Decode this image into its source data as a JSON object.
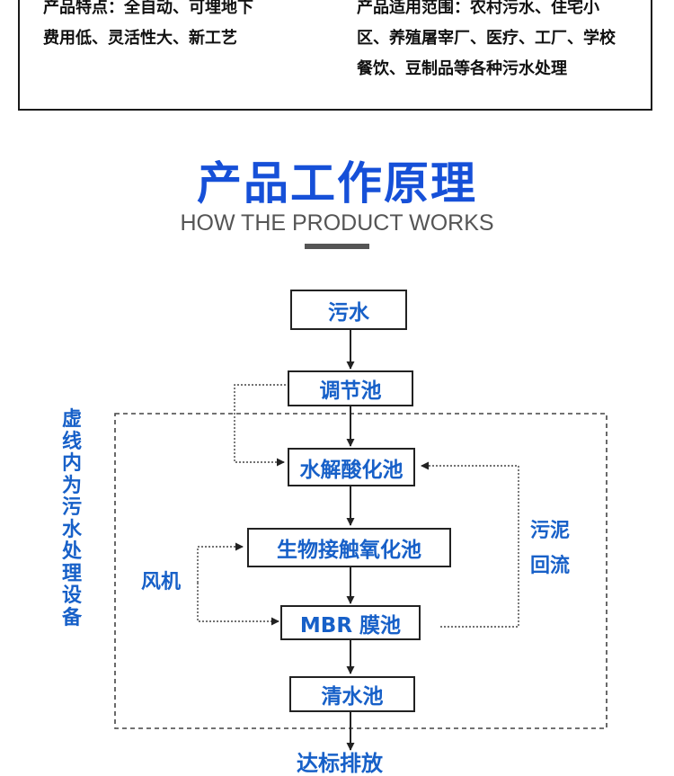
{
  "top": {
    "left_label": "产品特点：",
    "left_text_1": "全自动、可埋地下",
    "left_text_2": "费用低、灵活性大、新工艺",
    "right_label": "产品适用范围：",
    "right_text_1": "农村污水、住宅小",
    "right_text_2": "区、养殖屠宰厂、医疗、工厂、学校",
    "right_text_3": "餐饮、豆制品等各种污水处理"
  },
  "heading": {
    "title_cn": "产品工作原理",
    "title_en": "HOW THE PRODUCT WORKS"
  },
  "flow": {
    "node_1": "污水",
    "node_2": "调节池",
    "node_3": "水解酸化池",
    "node_4": "生物接触氧化池",
    "node_5": "MBR 膜池",
    "node_6": "清水池",
    "output": "达标排放",
    "blower": "风机",
    "sludge_1": "污泥",
    "sludge_2": "回流",
    "equipment_note": "虚线内为污水处理设备"
  }
}
